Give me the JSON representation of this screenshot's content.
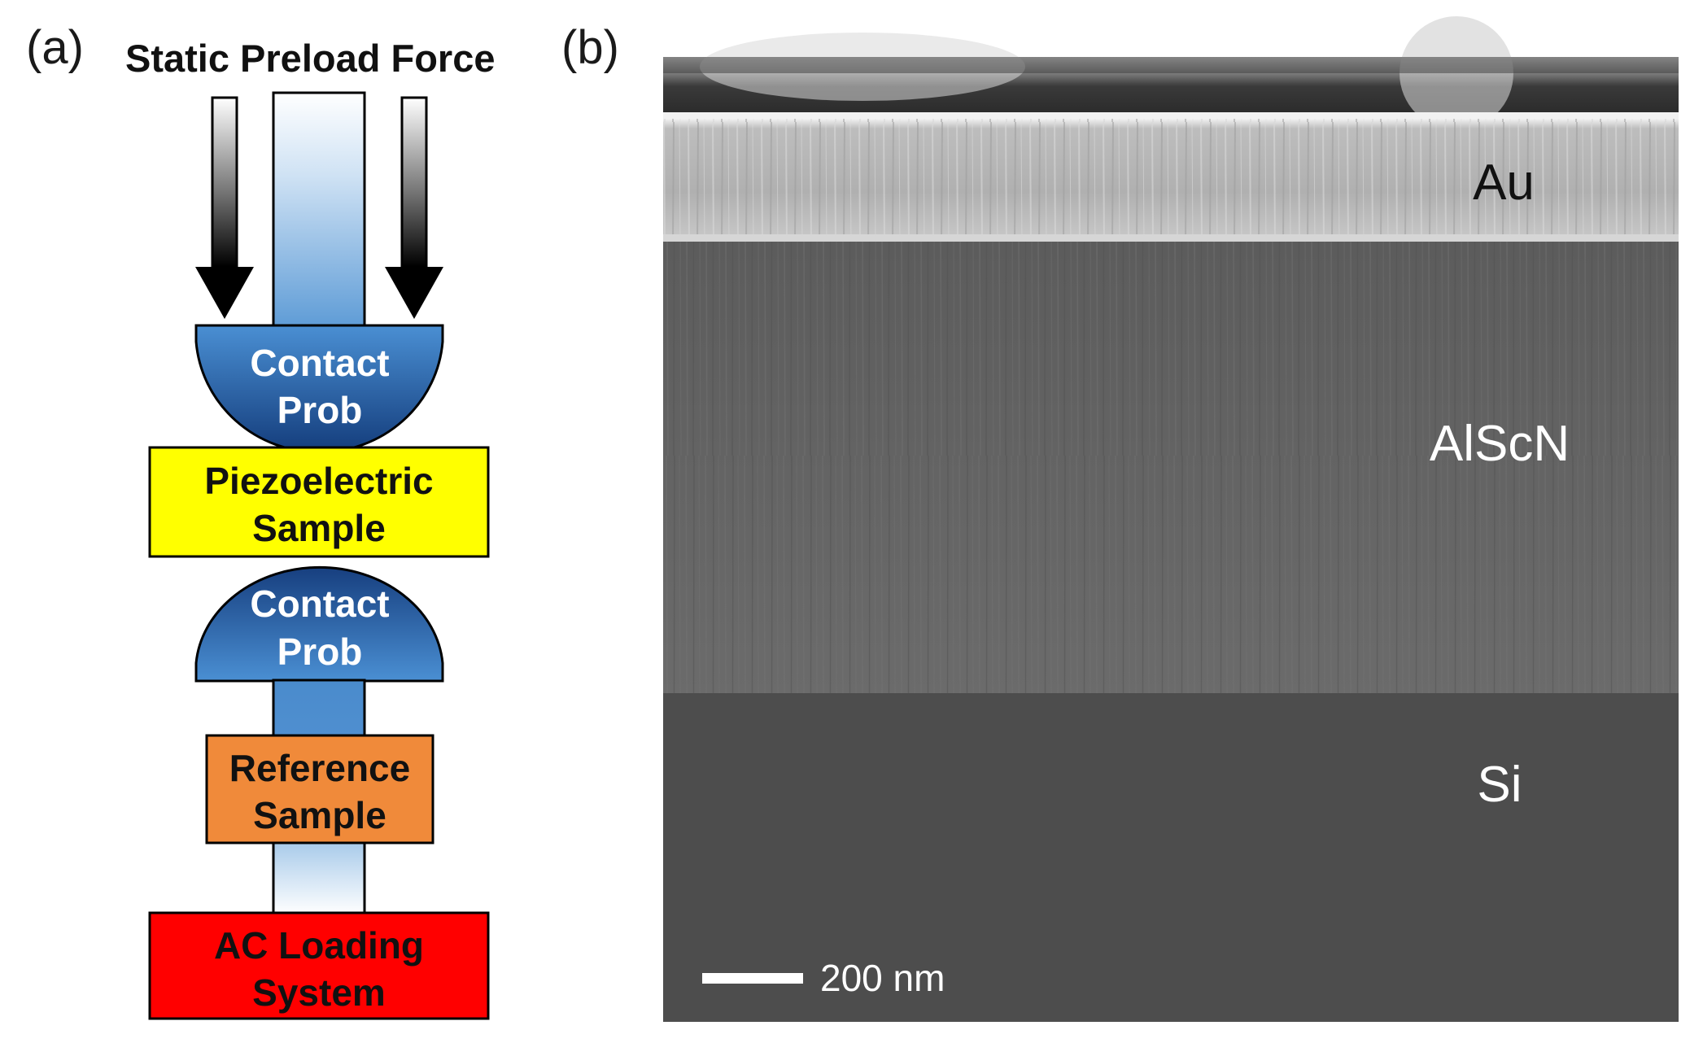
{
  "panel_a": {
    "label": "(a)",
    "title": "Static Preload Force",
    "top_probe": {
      "line1": "Contact",
      "line2": "Prob"
    },
    "piezo_sample": {
      "line1": "Piezoelectric",
      "line2": "Sample"
    },
    "bottom_probe": {
      "line1": "Contact",
      "line2": "Prob"
    },
    "reference_sample": {
      "line1": "Reference",
      "line2": "Sample"
    },
    "ac_loading": {
      "line1": "AC Loading",
      "line2": "System"
    }
  },
  "panel_b": {
    "label": "(b)",
    "layers": {
      "top": "Au",
      "middle": "AlScN",
      "bottom": "Si"
    },
    "scale_bar": "200 nm"
  },
  "colors": {
    "probe_dark": "#1f4f96",
    "probe_light": "#3e82c8",
    "piezo_fill": "#ffff00",
    "reference_fill": "#f08a3a",
    "ac_fill": "#ff0000",
    "rod_light": "#ffffff",
    "rod_blue": "#6aa6dc"
  }
}
